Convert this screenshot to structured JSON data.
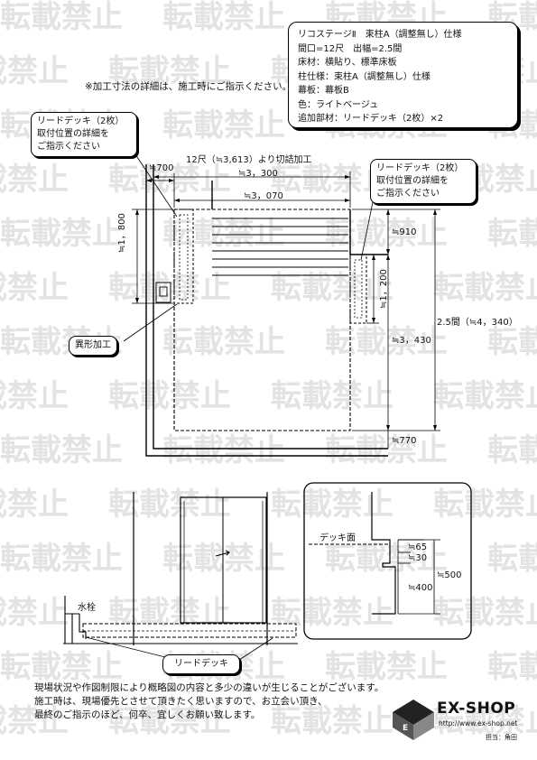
{
  "spec": {
    "lines": [
      "リコステージⅡ　束柱A（調整無し）仕様",
      "間口=12尺　出幅=2.5間",
      "床材：横貼り、標準床板",
      "柱仕様：束柱A（調整無し）仕様",
      "幕板：幕板B",
      "色：ライトベージュ",
      "追加部材：リードデッキ（2枚）×2"
    ]
  },
  "top_note": "※加工寸法の詳細は、施工時にご指示ください。",
  "callouts": {
    "left_deck": [
      "リードデッキ（2枚）",
      "取付位置の詳細を",
      "ご指示ください"
    ],
    "right_deck": [
      "リードデッキ（2枚）",
      "取付位置の詳細を",
      "ご指示ください"
    ],
    "irregular": "異形加工",
    "elev_deck": "リードデッキ"
  },
  "dims": {
    "width_total": "12尺（≒3,613）より切詰加工",
    "d700": "≒700",
    "d3300": "≒3，300",
    "d3070": "≒3，070",
    "d1800": "≒1，800",
    "d910": "≒910",
    "d1200": "≒1，200",
    "d3430": "≒3，430",
    "d_depth": "2.5間（≒4，340）",
    "d770": "≒770"
  },
  "elevation": {
    "faucet": "水栓"
  },
  "detail": {
    "deck_surface": "デッキ面",
    "d65": "≒65",
    "d30": "≒30",
    "d400": "≒400",
    "d500": "≒500"
  },
  "watermark": "転載禁止",
  "footer": [
    "現場状況や作図制限により概略図の内容と多少の違いが生じることがございます。",
    "施工時は、現場優先とさせて頂きたく思いますので、お立会い頂き、",
    "最終のご指示のほど、何卒、宜しくお願い致します。"
  ],
  "logo": {
    "name": "EX-SHOP",
    "url": "http://www.ex-shop.net",
    "staff": "担当：角田"
  }
}
